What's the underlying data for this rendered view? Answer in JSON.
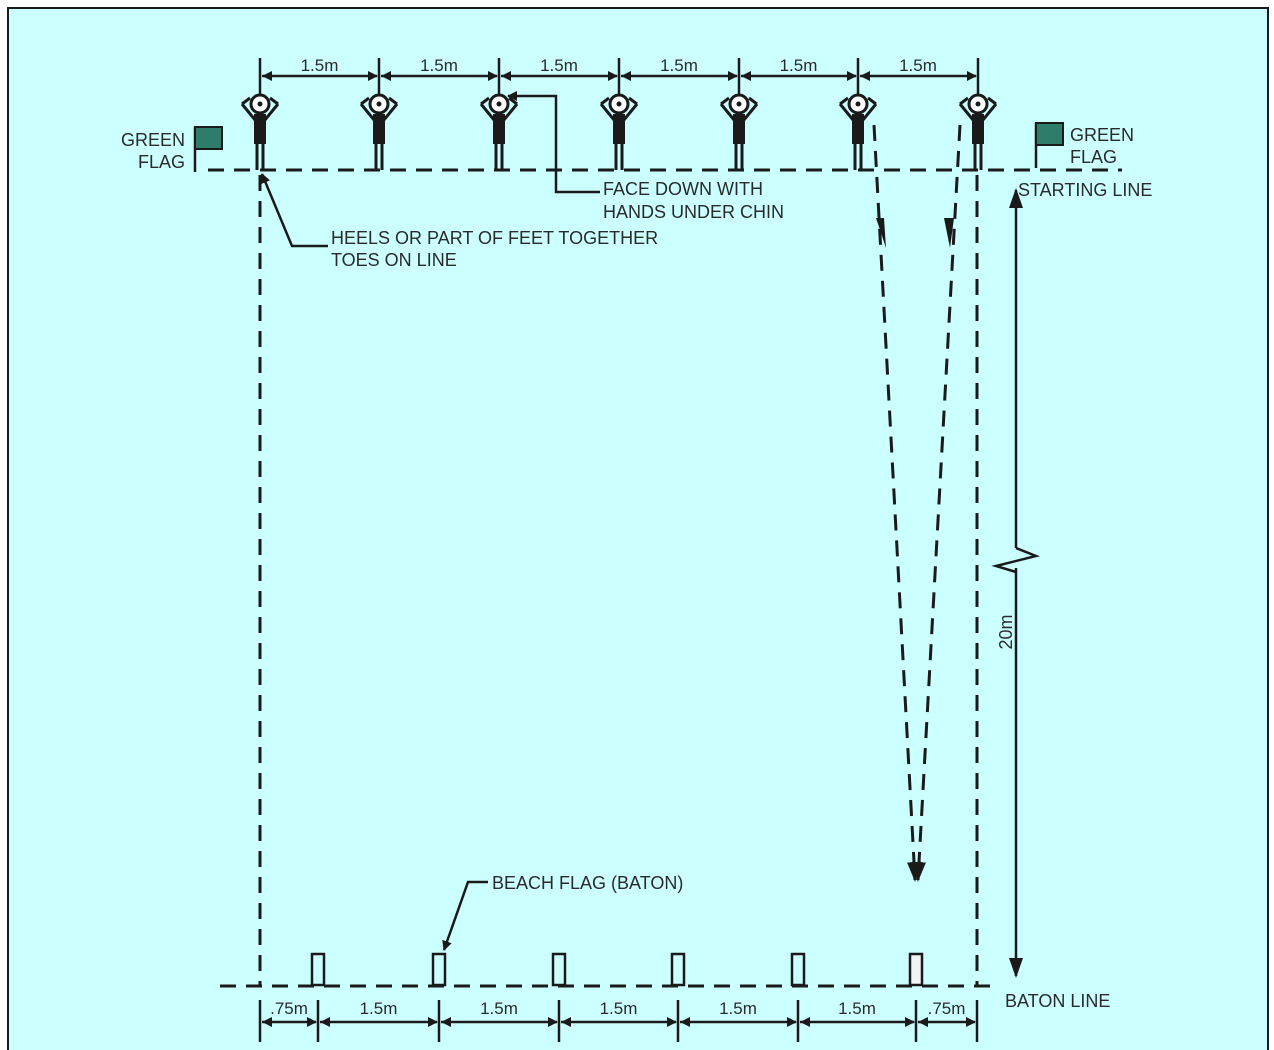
{
  "labels": {
    "green_flag_left": [
      "GREEN",
      "FLAG"
    ],
    "green_flag_right": [
      "GREEN",
      "FLAG"
    ],
    "starting_line": "STARTING LINE",
    "baton_line": "BATON LINE",
    "face_down": [
      "FACE DOWN WITH",
      "HANDS UNDER CHIN"
    ],
    "heels": [
      "HEELS OR PART OF FEET TOGETHER",
      "TOES ON LINE"
    ],
    "beach_flag": "BEACH FLAG (BATON)",
    "course_length": "20m"
  },
  "top_spacing": [
    "1.5m",
    "1.5m",
    "1.5m",
    "1.5m",
    "1.5m",
    "1.5m"
  ],
  "bottom_spacing": [
    ".75m",
    "1.5m",
    "1.5m",
    "1.5m",
    "1.5m",
    "1.5m",
    ".75m"
  ],
  "competitor_count": 7,
  "baton_count": 6,
  "colors": {
    "background": "#ccffff",
    "flag": "#2e7d6a",
    "ink": "#1a1a1a"
  }
}
